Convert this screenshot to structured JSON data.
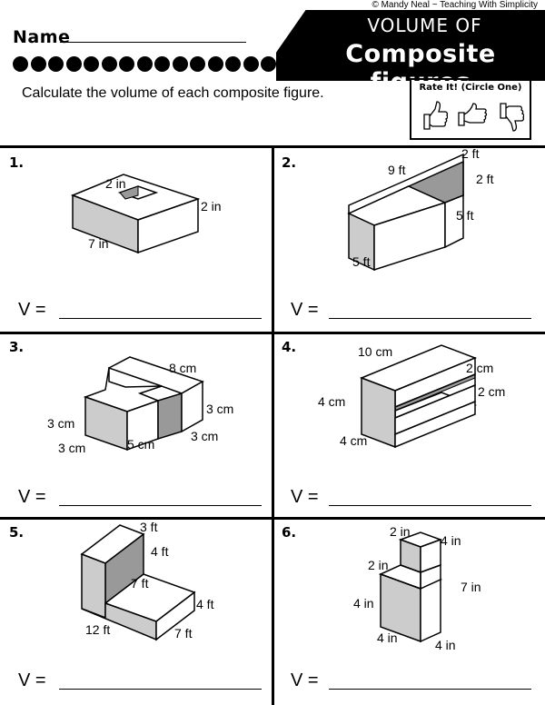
{
  "header": {
    "copyright": "© Mandy Neal ~ Teaching With Simplicity",
    "name_label": "Name",
    "title_line1": "VOLUME OF",
    "title_line2": "Composite figures"
  },
  "instructions": "Calculate the volume of each composite figure.",
  "rate_it": {
    "label": "Rate It! (Circle One)"
  },
  "problems": [
    {
      "number": "1.",
      "v_label": "V =",
      "dims": [
        "2 in",
        "2 in",
        "7 in"
      ]
    },
    {
      "number": "2.",
      "v_label": "V =",
      "dims": [
        "2 ft",
        "9 ft",
        "2 ft",
        "5 ft",
        "5 ft"
      ]
    },
    {
      "number": "3.",
      "v_label": "V =",
      "dims": [
        "8 cm",
        "3 cm",
        "3 cm",
        "3 cm",
        "5 cm",
        "3 cm"
      ]
    },
    {
      "number": "4.",
      "v_label": "V =",
      "dims": [
        "10 cm",
        "2 cm",
        "2 cm",
        "4 cm",
        "4 cm"
      ]
    },
    {
      "number": "5.",
      "v_label": "V =",
      "dims": [
        "3 ft",
        "4 ft",
        "7 ft",
        "4 ft",
        "12 ft",
        "7 ft"
      ]
    },
    {
      "number": "6.",
      "v_label": "V =",
      "dims": [
        "2 in",
        "4 in",
        "2 in",
        "7 in",
        "4 in",
        "4 in",
        "4 in"
      ]
    }
  ]
}
